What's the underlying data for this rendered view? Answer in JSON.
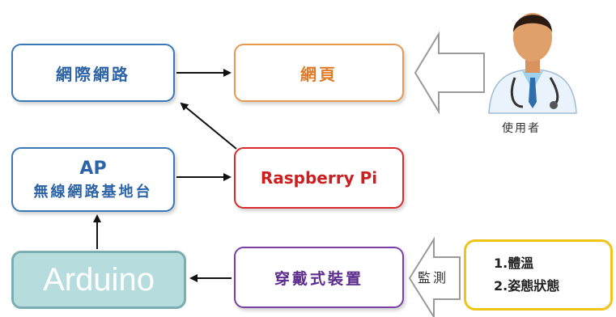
{
  "nodes": {
    "internet": "網際網路",
    "webpage": "網頁",
    "ap_title": "AP",
    "ap_subtitle": "無線網路基地台",
    "raspberry_pi": "Raspberry Pi",
    "arduino": "Arduino",
    "wearable": "穿戴式裝置"
  },
  "user": {
    "label": "使用者"
  },
  "monitor": {
    "label": "監測"
  },
  "measurements": [
    "1.體溫",
    "2.姿態狀態"
  ],
  "colors": {
    "blue": "#3a78b8",
    "orange": "#e79a4f",
    "red": "#d92b2b",
    "purple": "#7b3fa6",
    "teal": "#b7dcde",
    "yellow": "#f0c419"
  }
}
